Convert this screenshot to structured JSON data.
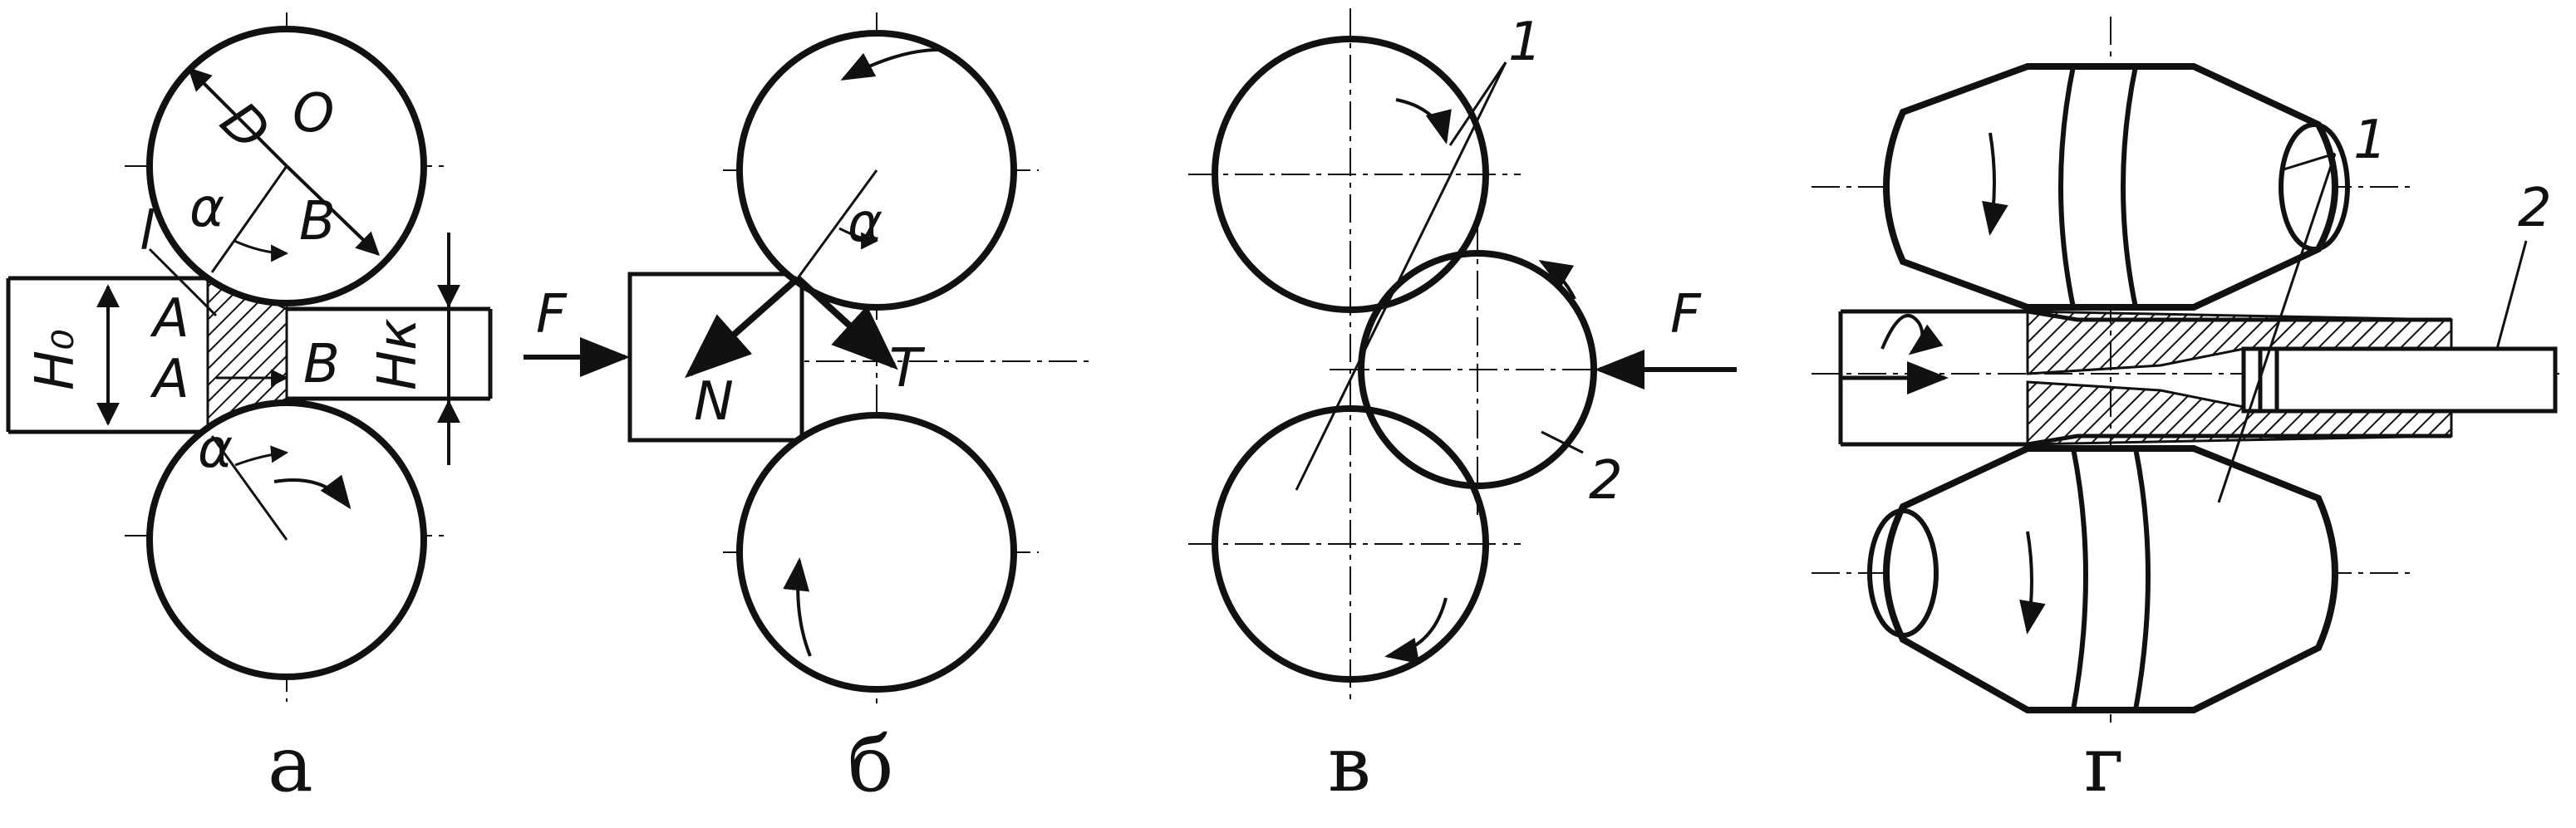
{
  "panels": [
    {
      "caption": "а",
      "labels": {
        "D": "D",
        "O": "O",
        "l": "l",
        "alpha_top": "α",
        "alpha_bottom": "α",
        "B_top": "B",
        "B_mid": "B",
        "A_top": "A",
        "A_bottom": "A",
        "H0": "H₀",
        "Hk": "Hк"
      }
    },
    {
      "caption": "б",
      "labels": {
        "F": "F",
        "N": "N",
        "T": "T",
        "alpha": "α"
      }
    },
    {
      "caption": "в",
      "labels": {
        "one": "1",
        "two": "2",
        "F": "F"
      }
    },
    {
      "caption": "г",
      "labels": {
        "one": "1",
        "two": "2"
      }
    }
  ],
  "colors": {
    "ink": "#111111",
    "background": "#ffffff"
  }
}
